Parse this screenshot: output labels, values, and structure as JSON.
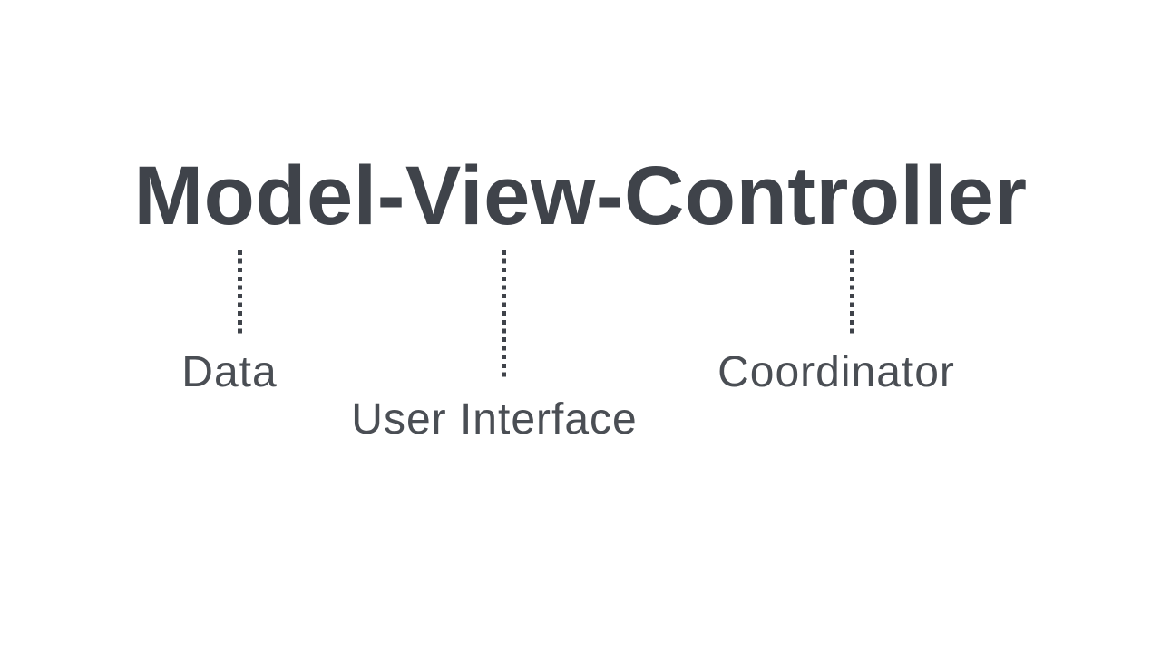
{
  "colors": {
    "bg": "#ffffff",
    "title-color": "#3f434a",
    "label-color": "#4a4e54",
    "line-color": "#3f434a"
  },
  "diagram": {
    "title": "Model-View-Controller",
    "annotations": [
      {
        "term": "Model",
        "label": "Data"
      },
      {
        "term": "View",
        "label": "User Interface"
      },
      {
        "term": "Controller",
        "label": "Coordinator"
      }
    ]
  }
}
